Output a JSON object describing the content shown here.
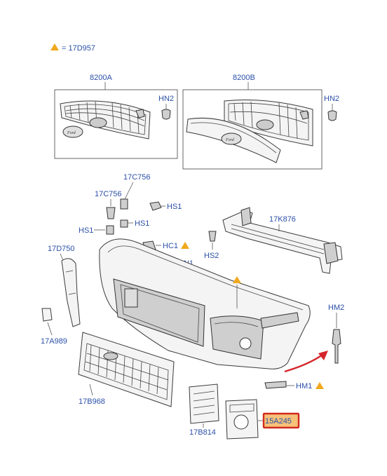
{
  "legend": {
    "text": "= 17D957"
  },
  "callouts": {
    "grille_a": "8200A",
    "grille_b": "8200B",
    "hn2_a": "HN2",
    "hn2_b": "HN2",
    "clip_17c756_top": "17C756",
    "clip_17c756": "17C756",
    "hs1_a": "HS1",
    "hs1_b": "HS1",
    "hs1_c": "HS1",
    "hc1": "HC1",
    "hn1": "HN1",
    "hs2": "HS2",
    "reinforcement": "17K876",
    "bracket_left": "17D750",
    "bracket_small": "17A989",
    "hm2": "HM2",
    "hm1": "HM1",
    "lower_grille": "17B968",
    "fog_grille": "17B814",
    "fog_bezel": "15A245"
  },
  "colors": {
    "label": "#2b4fa8",
    "warning": "#f0a81c",
    "highlight_border": "#d22a1e",
    "highlight_fill": "#f6c27a",
    "arrow": "#d4252a"
  }
}
